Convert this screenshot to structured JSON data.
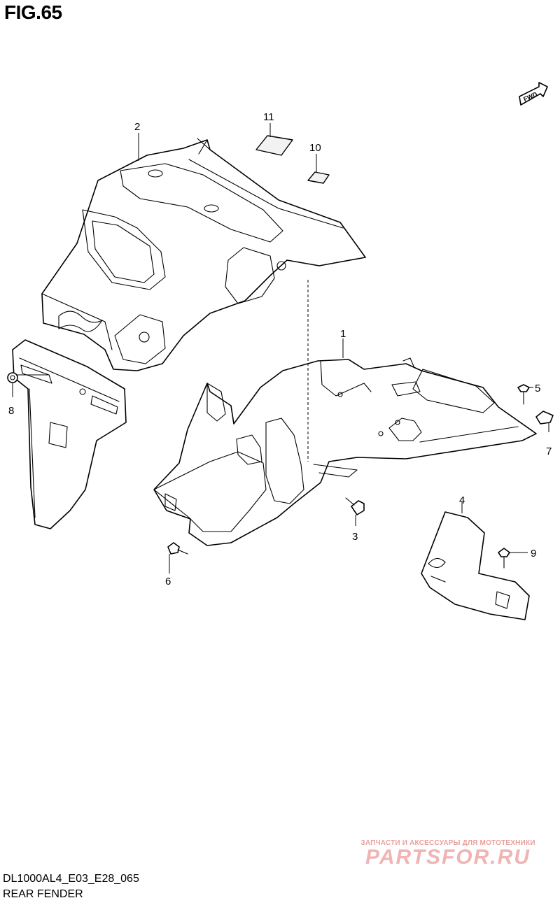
{
  "figure": {
    "title": "FIG.65",
    "model_code": "DL1000AL4_E03_E28_065",
    "section_name": "REAR FENDER",
    "fwd_label": "FWD"
  },
  "callouts": [
    {
      "id": "1",
      "label": "1"
    },
    {
      "id": "2",
      "label": "2"
    },
    {
      "id": "3",
      "label": "3"
    },
    {
      "id": "4",
      "label": "4"
    },
    {
      "id": "5",
      "label": "5"
    },
    {
      "id": "6",
      "label": "6"
    },
    {
      "id": "7",
      "label": "7"
    },
    {
      "id": "8",
      "label": "8"
    },
    {
      "id": "9",
      "label": "9"
    },
    {
      "id": "10",
      "label": "10"
    },
    {
      "id": "11",
      "label": "11"
    }
  ],
  "watermark": {
    "tagline": "ЗАПЧАСТИ И АКСЕССУАРЫ ДЛЯ МОТОТЕХНИКИ",
    "logo": "PARTSFOR.RU"
  }
}
